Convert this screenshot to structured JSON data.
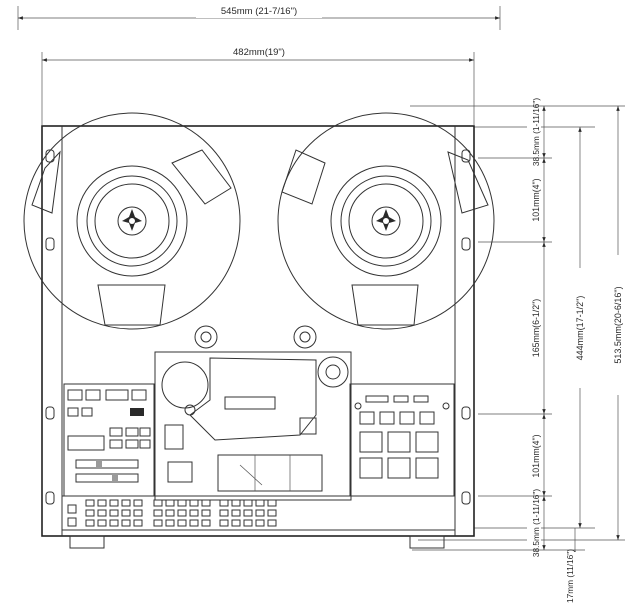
{
  "dimensions": {
    "overall_width": "545mm (21-7/16\")",
    "rack_width": "482mm(19\")",
    "top_offset": "38.5mm (1-11/16\")",
    "upper_spacing": "101mm(4\")",
    "middle_spacing": "165mm(6-1/2\")",
    "lower_spacing": "101mm(4\")",
    "bottom_offset": "38.5mm (1-11/16\")",
    "front_height": "444mm(17-1/2\")",
    "overall_height": "513.5mm(20-6/16\")",
    "foot_height": "17mm (11/16\")"
  }
}
